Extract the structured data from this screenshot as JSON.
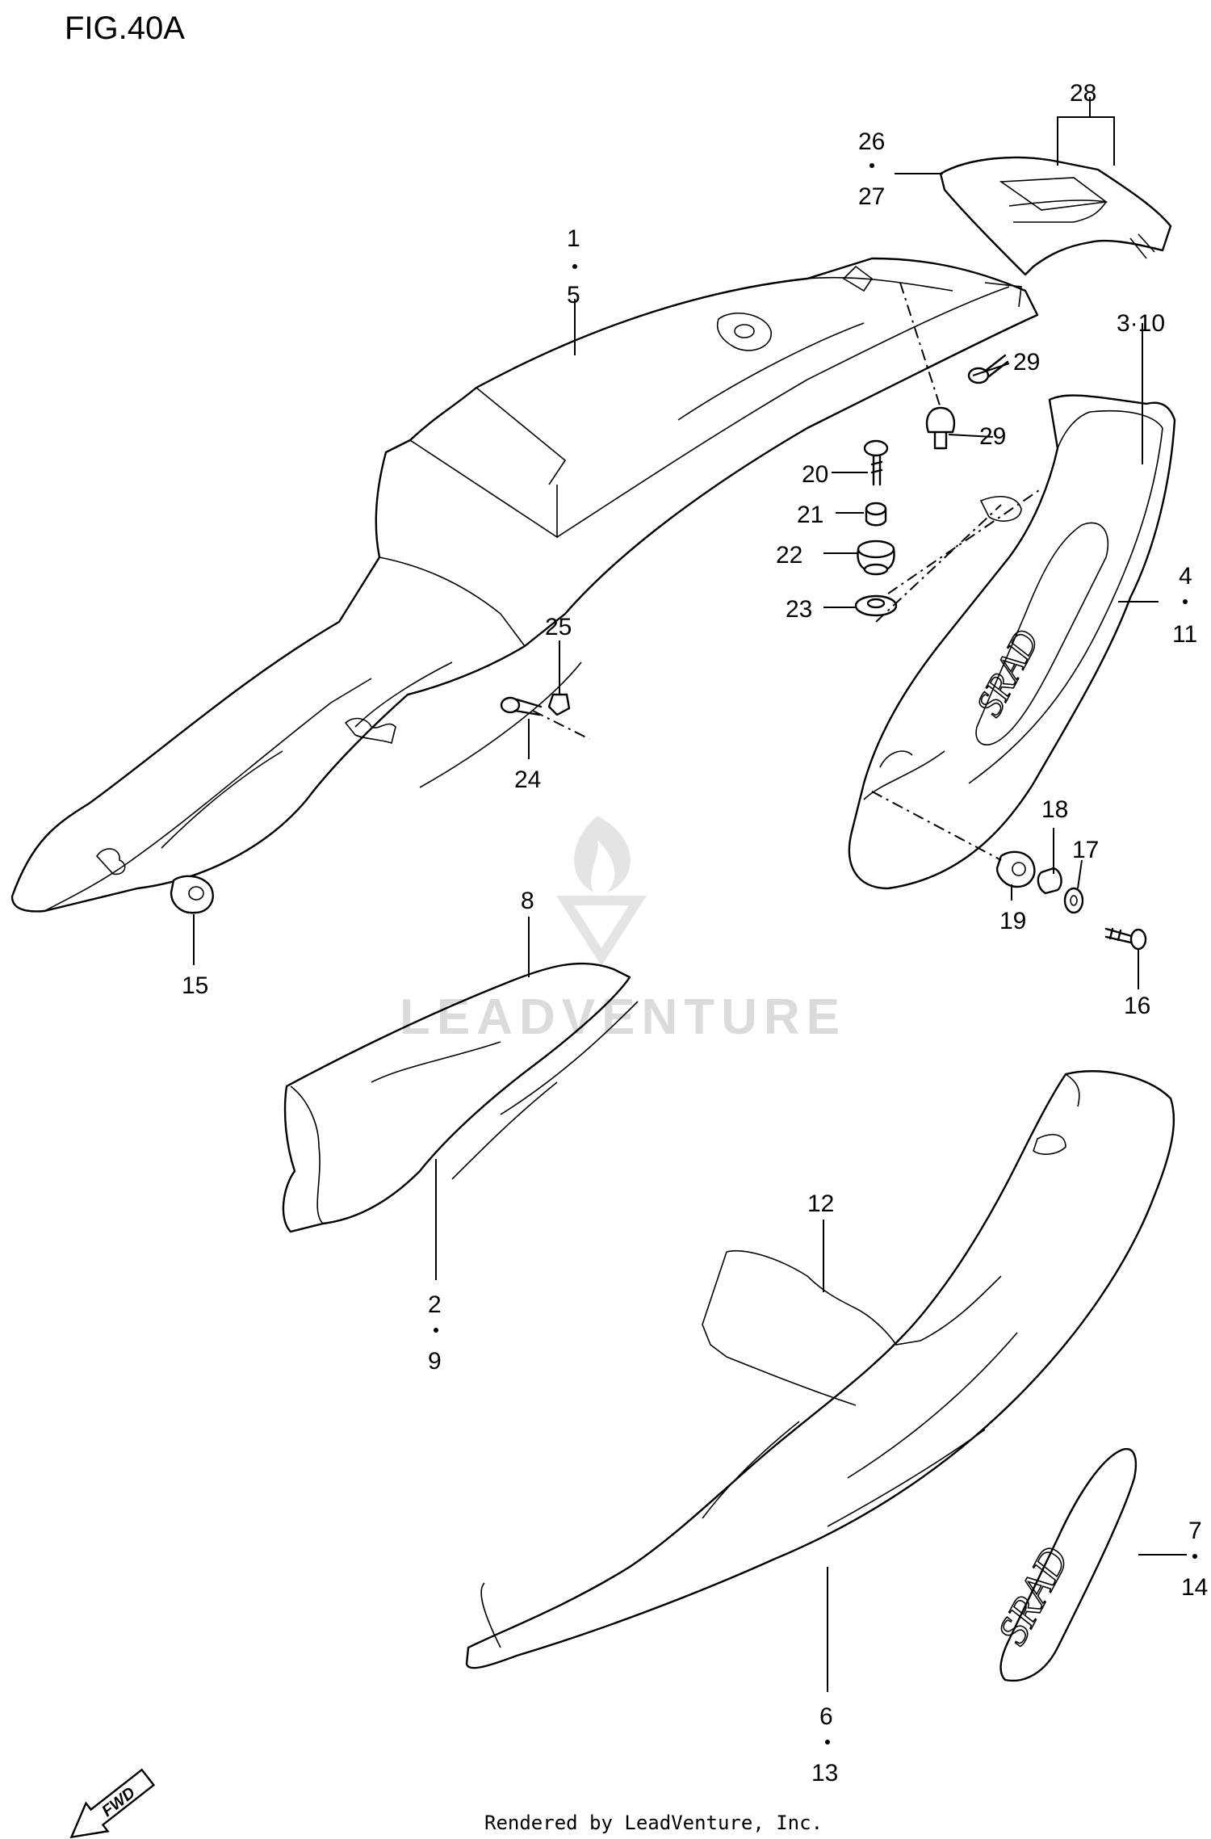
{
  "figure": {
    "title": "FIG.40A"
  },
  "callouts": [
    {
      "id": "c1-5",
      "top": "1",
      "bottom": "5"
    },
    {
      "id": "c26-27",
      "top": "26",
      "bottom": "27"
    },
    {
      "id": "c28",
      "text": "28"
    },
    {
      "id": "c3-10",
      "text": "3·10"
    },
    {
      "id": "c29a",
      "text": "29"
    },
    {
      "id": "c29b",
      "text": "29"
    },
    {
      "id": "c20",
      "text": "20"
    },
    {
      "id": "c21",
      "text": "21"
    },
    {
      "id": "c22",
      "text": "22"
    },
    {
      "id": "c23",
      "text": "23"
    },
    {
      "id": "c4-11",
      "top": "4",
      "bottom": "11"
    },
    {
      "id": "c25",
      "text": "25"
    },
    {
      "id": "c24",
      "text": "24"
    },
    {
      "id": "c18",
      "text": "18"
    },
    {
      "id": "c17",
      "text": "17"
    },
    {
      "id": "c19",
      "text": "19"
    },
    {
      "id": "c16",
      "text": "16"
    },
    {
      "id": "c15",
      "text": "15"
    },
    {
      "id": "c8",
      "text": "8"
    },
    {
      "id": "c2-9",
      "top": "2",
      "bottom": "9"
    },
    {
      "id": "c12",
      "text": "12"
    },
    {
      "id": "c7-14",
      "top": "7",
      "bottom": "14"
    },
    {
      "id": "c6-13",
      "top": "6",
      "bottom": "13"
    }
  ],
  "fwd_label": "FWD",
  "credit": "Rendered by LeadVenture, Inc.",
  "watermark": "LEADVENTURE"
}
